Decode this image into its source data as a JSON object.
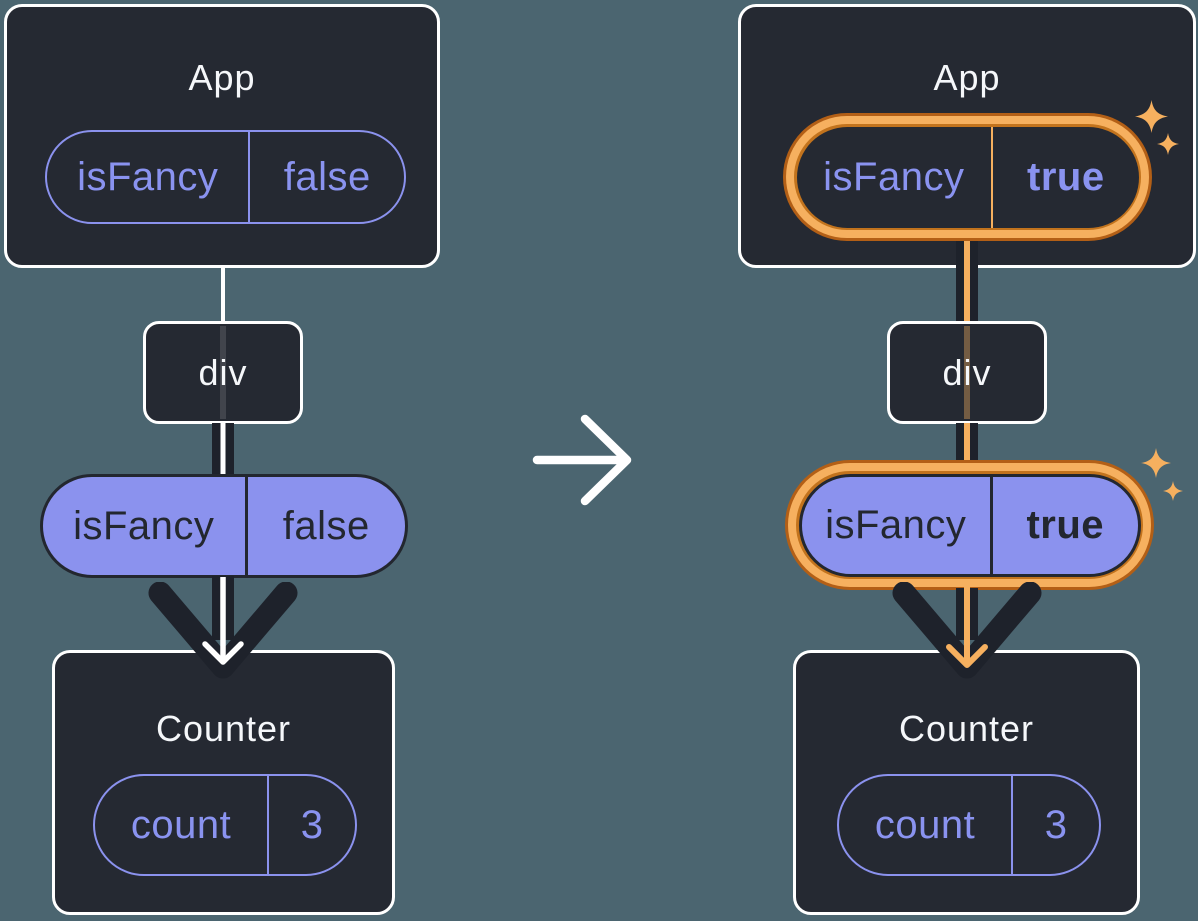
{
  "canvas": {
    "background_color": "#4B6570",
    "description": "React props flow diagram, before and after isFancy state change"
  },
  "colors": {
    "card_background": "#252932",
    "card_border": "#FFFFFF",
    "purple_accent": "#8B92EE",
    "dark_text": "#23272F",
    "arrow_dark": "#1E222B",
    "highlight_orange": "#F6B05F",
    "highlight_orange_dark": "#B35F16",
    "title_text": "#F5F7FA"
  },
  "icons": {
    "transition": "right-arrow-icon",
    "flow": "down-arrow-icon",
    "highlight": "sparkle-icon"
  },
  "panels": {
    "before": {
      "app": {
        "title": "App",
        "prop_name": "isFancy",
        "prop_value": "false"
      },
      "container": {
        "label": "div"
      },
      "passed_prop": {
        "name": "isFancy",
        "value": "false"
      },
      "counter": {
        "title": "Counter",
        "state_name": "count",
        "state_value": "3"
      }
    },
    "after": {
      "app": {
        "title": "App",
        "prop_name": "isFancy",
        "prop_value": "true"
      },
      "container": {
        "label": "div"
      },
      "passed_prop": {
        "name": "isFancy",
        "value": "true"
      },
      "counter": {
        "title": "Counter",
        "state_name": "count",
        "state_value": "3"
      }
    }
  }
}
